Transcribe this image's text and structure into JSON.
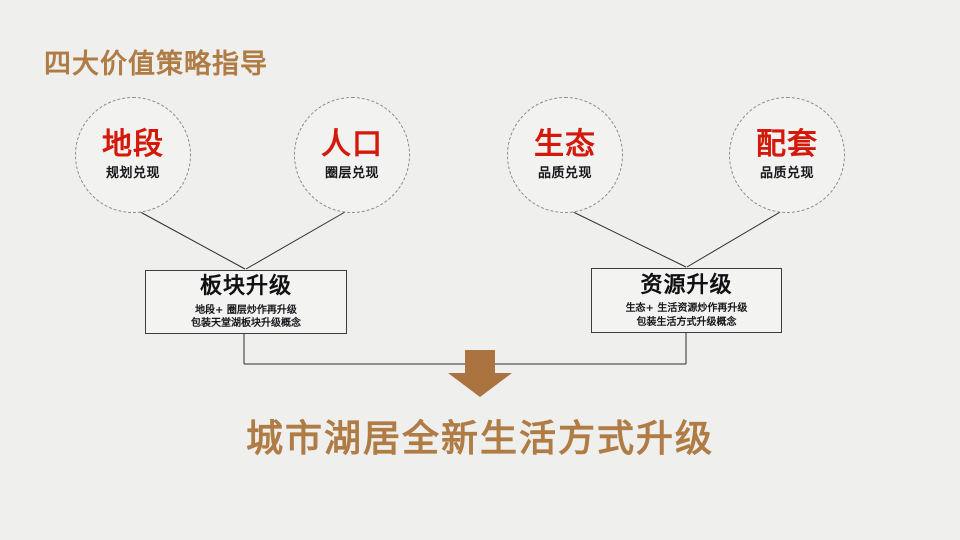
{
  "slide": {
    "title": "四大价值策略指导",
    "background_color": "#efefed",
    "accent_color": "#b07c45",
    "keyword_color": "#d4190b"
  },
  "value_circles": [
    {
      "keyword": "地段",
      "subtitle": "规划兑现"
    },
    {
      "keyword": "人口",
      "subtitle": "圈层兑现"
    },
    {
      "keyword": "生态",
      "subtitle": "品质兑现"
    },
    {
      "keyword": "配套",
      "subtitle": "品质兑现"
    }
  ],
  "upgrade_boxes": [
    {
      "title": "板块升级",
      "line1": "地段+ 圈层炒作再升级",
      "line2": "包装天堂湖板块升级概念"
    },
    {
      "title": "资源升级",
      "line1": "生态+ 生活资源炒作再升级",
      "line2": "包装生活方式升级概念"
    }
  ],
  "conclusion": {
    "text": "城市湖居全新生活方式升级"
  }
}
